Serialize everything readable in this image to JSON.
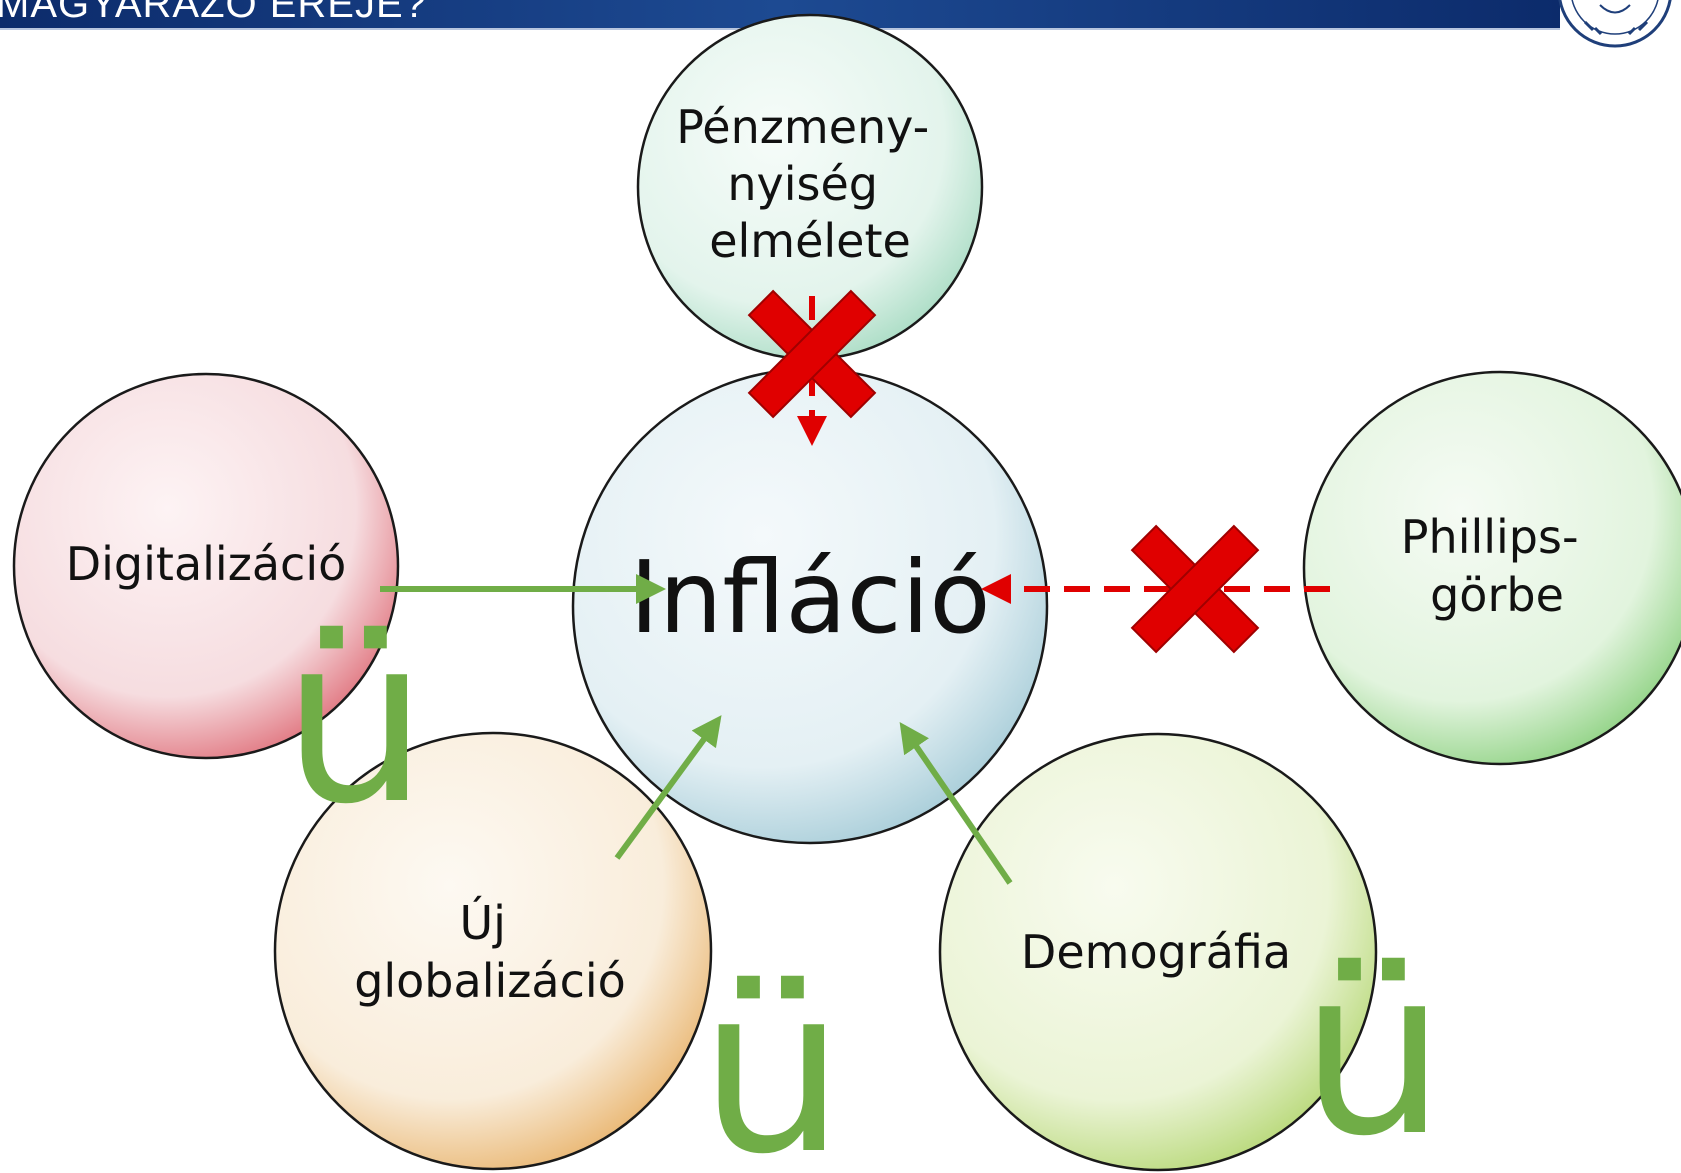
{
  "header": {
    "title": "MAGYARÁZÓ EREJE?"
  },
  "diagram": {
    "center": "Infláció",
    "nodes": {
      "money_supply": [
        "Pénzmeny-",
        "nyiség",
        "elmélete"
      ],
      "digitalization": [
        "Digitalizáció"
      ],
      "phillips": [
        "Phillips-",
        "görbe"
      ],
      "globalization": [
        "Új",
        "globalizáció"
      ],
      "demography": [
        "Demográfia"
      ]
    },
    "check_glyph": "ü",
    "colors": {
      "accepted": "#70ad47",
      "rejected": "#e00000",
      "red_node": "#f8e4e6",
      "green_node": "#e6f6e4",
      "teal_node": "#e8f6f0",
      "blue_node": "#e9f3f6",
      "orange_node": "#fbf2e3",
      "lime_node": "#eef6dc"
    },
    "relations": [
      {
        "from": "money_supply",
        "status": "rejected"
      },
      {
        "from": "phillips",
        "status": "rejected"
      },
      {
        "from": "digitalization",
        "status": "accepted"
      },
      {
        "from": "globalization",
        "status": "accepted"
      },
      {
        "from": "demography",
        "status": "accepted"
      }
    ]
  }
}
